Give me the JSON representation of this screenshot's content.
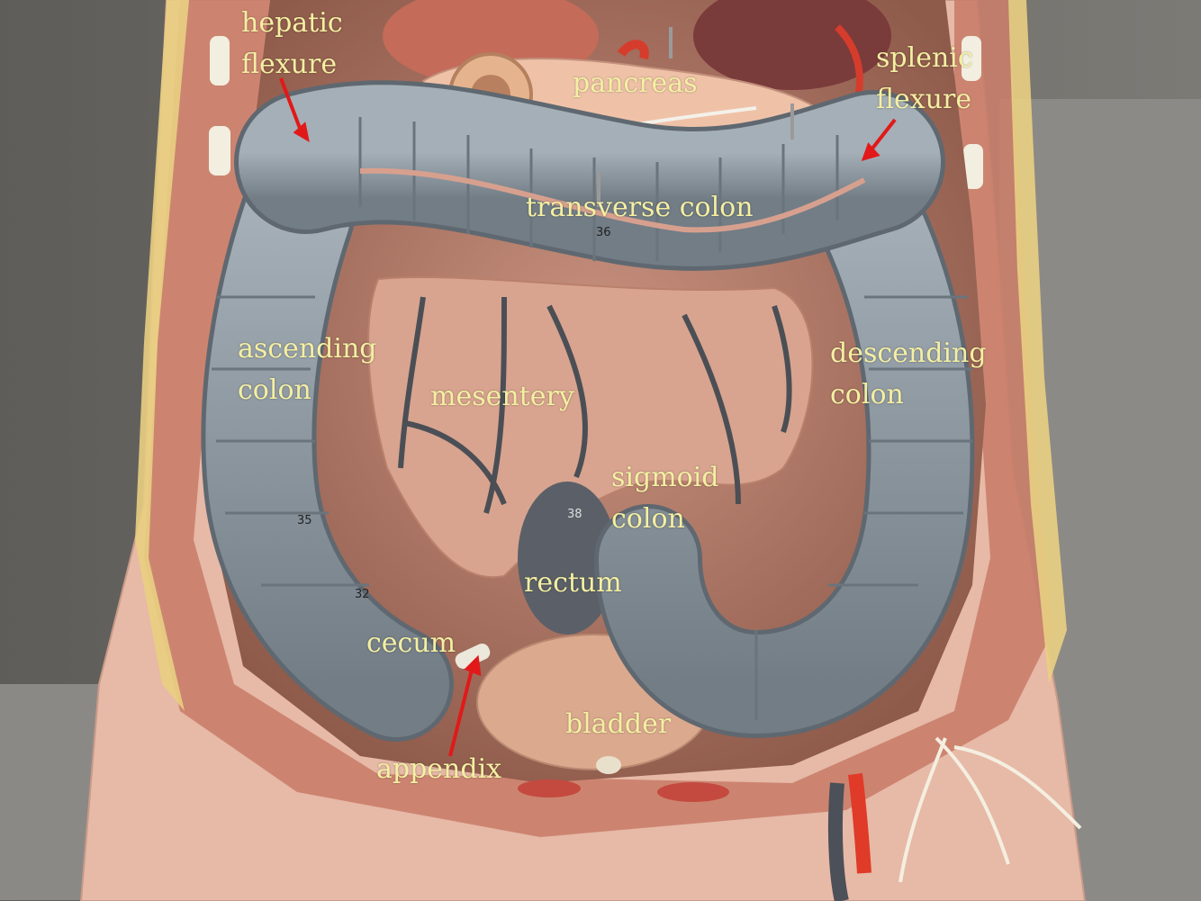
{
  "labels": {
    "hepatic_flexure": [
      "hepatic",
      "flexure"
    ],
    "splenic_flexure": [
      "splenic",
      "flexure"
    ],
    "pancreas": "pancreas",
    "transverse_colon": "transverse colon",
    "ascending_colon": [
      "ascending",
      "colon"
    ],
    "descending_colon": [
      "descending",
      "colon"
    ],
    "mesentery": "mesentery",
    "sigmoid_colon": [
      "sigmoid",
      "colon"
    ],
    "rectum": "rectum",
    "cecum": "cecum",
    "bladder": "bladder",
    "appendix": "appendix"
  },
  "model_numbers": {
    "transverse": "36",
    "ascending": "35",
    "cecum": "32",
    "rectum": "38"
  },
  "colors": {
    "label_text": "#f4efa2",
    "pointer_arrow": "#e11919",
    "colon": "#8f9aa3",
    "skin": "#e9b9a6",
    "mesentery": "#d6a08e",
    "background_wall": "#6e6c67"
  }
}
